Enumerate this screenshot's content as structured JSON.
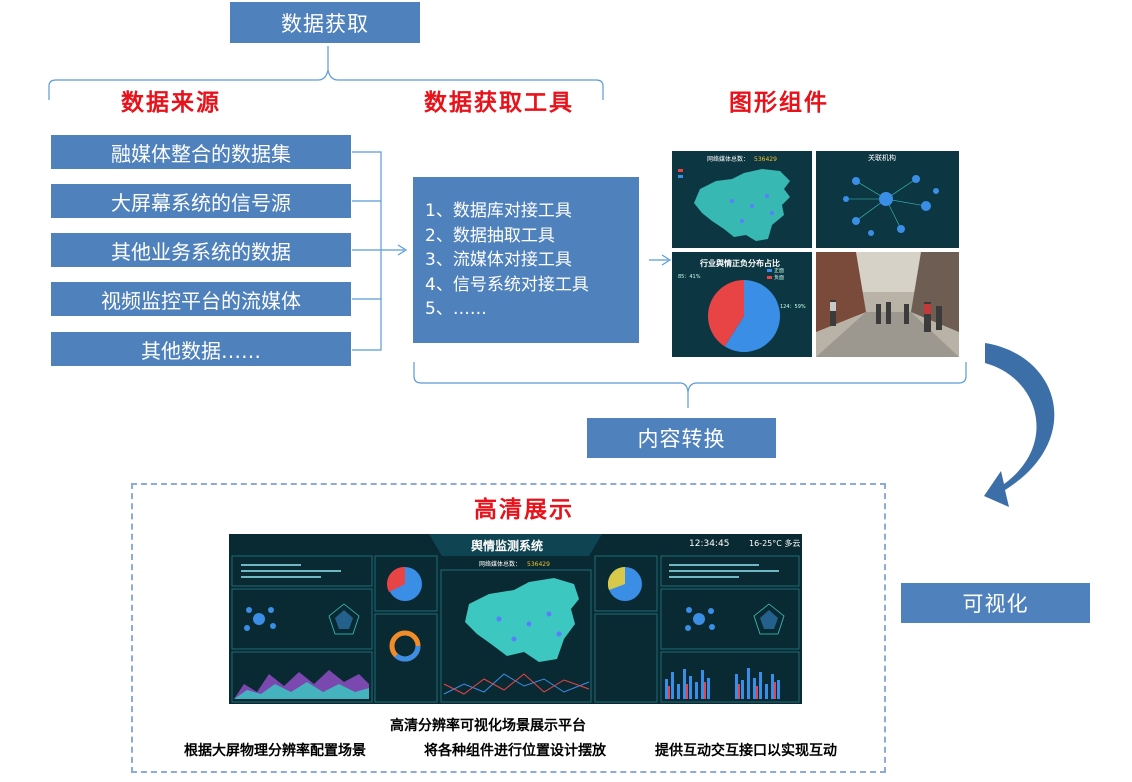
{
  "top_title": "数据获取",
  "headers": {
    "sources": "数据来源",
    "tools": "数据获取工具",
    "components": "图形组件"
  },
  "sources": [
    "融媒体整合的数据集",
    "大屏幕系统的信号源",
    "其他业务系统的数据",
    "视频监控平台的流媒体",
    "其他数据……"
  ],
  "tools": [
    "1、数据库对接工具",
    "2、数据抽取工具",
    "3、流媒体对接工具",
    "4、信号系统对接工具",
    "5、……"
  ],
  "components": {
    "map_title": "网络媒体总数：",
    "map_count": "536429",
    "relation_title": "关联机构",
    "pie_title": "行业舆情正负分布占比",
    "pie_left_label": "85：41%",
    "pie_right_label": "124：59%",
    "pie_legend_positive": "正面",
    "pie_legend_negative": "负面",
    "pie_values": {
      "positive": 59,
      "negative": 41
    }
  },
  "transform_label": "内容转换",
  "visualize_label": "可视化",
  "display": {
    "title": "高清展示",
    "dashboard_title": "舆情监测系统",
    "dashboard_time": "12:34:45",
    "dashboard_weather": "16-25°C 多云",
    "dashboard_count_label": "网络媒体总数：",
    "dashboard_count": "536429",
    "caption_main": "高清分辨率可视化场景展示平台",
    "caption_left": "根据大屏物理分辨率配置场景",
    "caption_mid": "将各种组件进行位置设计摆放",
    "caption_right": "提供互动交互接口以实现互动"
  },
  "colors": {
    "box_blue": "#4f81bd",
    "title_red": "#e8121b",
    "line_blue": "#5b9bd5",
    "dashed_border": "#8eaadb",
    "dashboard_bg": "#0a2a33",
    "map_teal": "#3cc7c0",
    "pie_blue": "#3a8ee6",
    "pie_red": "#e84446"
  }
}
